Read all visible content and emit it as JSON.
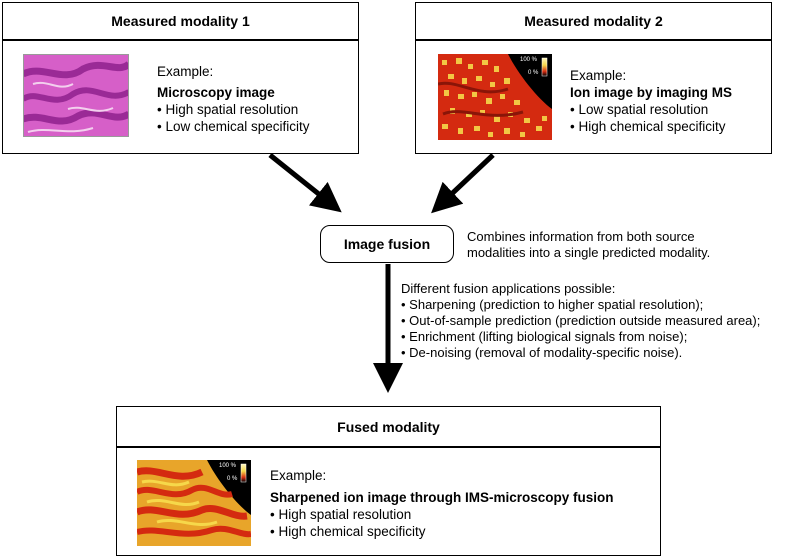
{
  "modality1": {
    "title": "Measured modality 1",
    "example_label": "Example:",
    "example_title": "Microscopy image",
    "bullets": [
      "High spatial resolution",
      "Low chemical specificity"
    ]
  },
  "modality2": {
    "title": "Measured modality 2",
    "example_label": "Example:",
    "example_title": "Ion image by imaging MS",
    "bullets": [
      "Low spatial resolution",
      "High chemical specificity"
    ],
    "colorbar_top": "100 %",
    "colorbar_bottom": "0 %"
  },
  "fusion": {
    "label": "Image fusion",
    "description": [
      "Combines information from both source",
      "modalities into a single predicted modality."
    ],
    "applications_intro": "Different fusion applications possible:",
    "applications": [
      "Sharpening (prediction to higher spatial resolution);",
      "Out-of-sample prediction (prediction outside measured area);",
      "Enrichment (lifting biological signals from noise);",
      "De-noising (removal of modality-specific noise)."
    ]
  },
  "fused": {
    "title": "Fused modality",
    "example_label": "Example:",
    "example_title": "Sharpened ion image through IMS-microscopy fusion",
    "bullets": [
      "High spatial resolution",
      "High chemical specificity"
    ],
    "colorbar_top": "100 %",
    "colorbar_bottom": "0 %"
  },
  "colors": {
    "microscopy_pink": "#d65fc8",
    "microscopy_dark": "#9a2a96",
    "ion_red": "#d42a10",
    "ion_yellow": "#f6d84a",
    "background_black": "#000000"
  }
}
